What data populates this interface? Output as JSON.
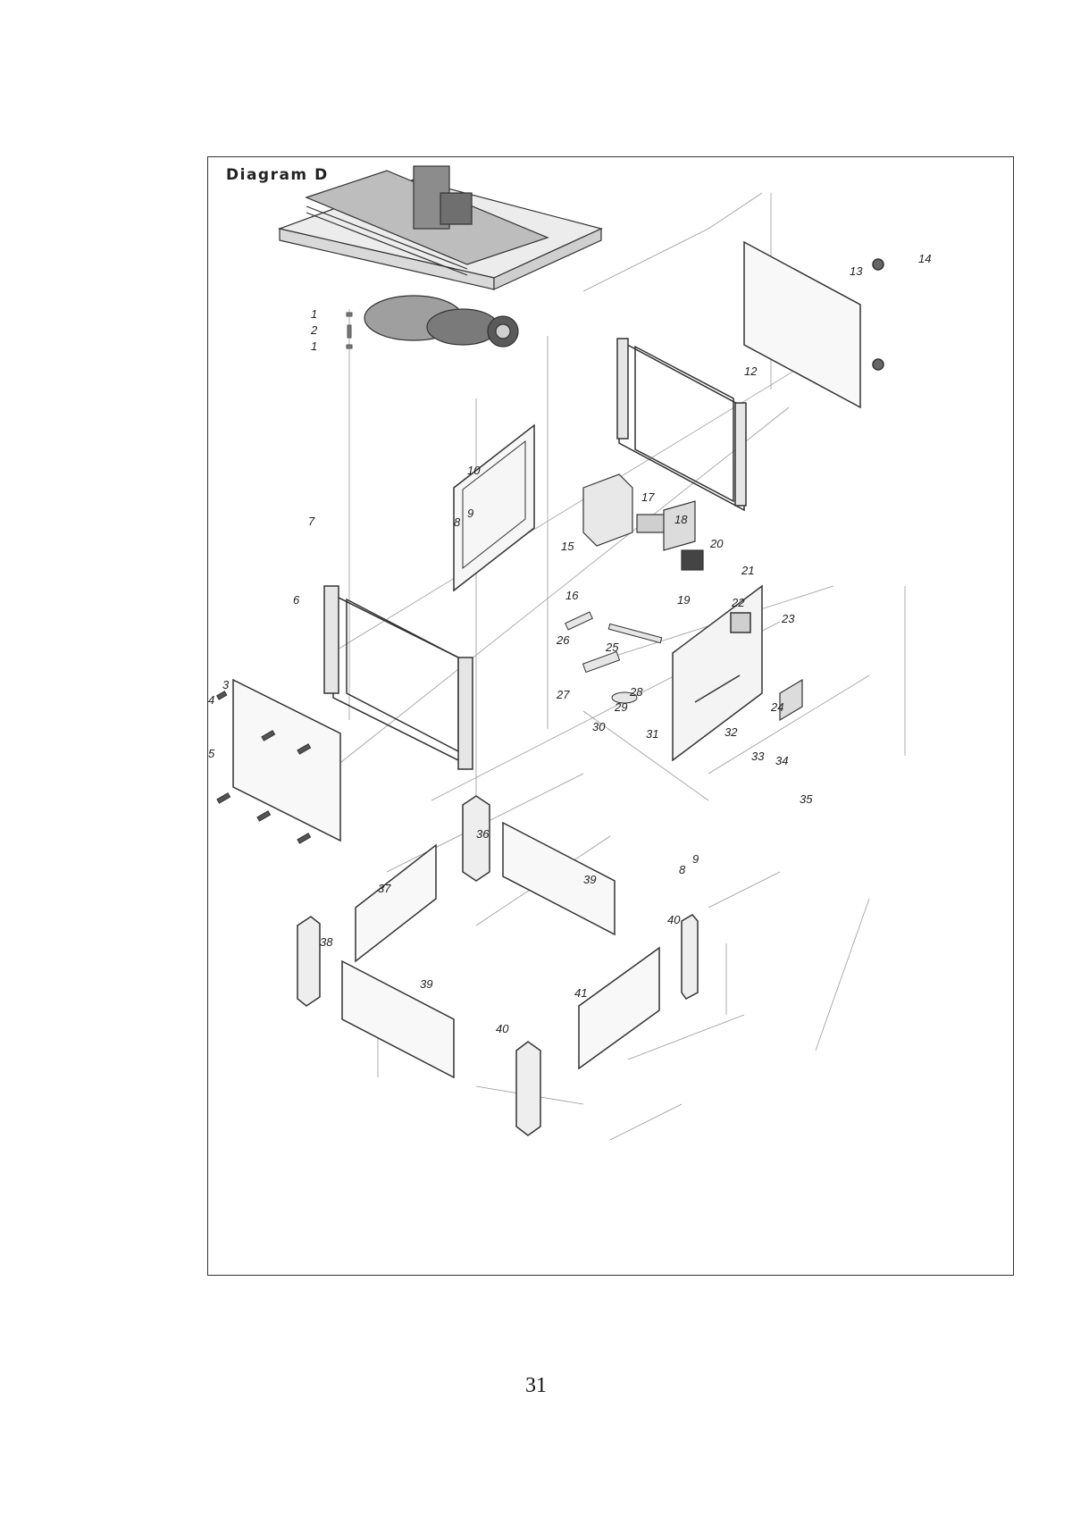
{
  "diagram": {
    "title": "Diagram D",
    "part_numbers": [
      "1",
      "2",
      "1",
      "3",
      "4",
      "5",
      "6",
      "7",
      "8",
      "9",
      "10",
      "12",
      "13",
      "14",
      "15",
      "16",
      "17",
      "18",
      "19",
      "20",
      "21",
      "22",
      "23",
      "24",
      "25",
      "26",
      "27",
      "28",
      "29",
      "30",
      "31",
      "32",
      "33",
      "34",
      "35",
      "36",
      "37",
      "38",
      "39",
      "39",
      "40",
      "40",
      "41",
      "8",
      "9"
    ]
  },
  "page": {
    "number": "31"
  },
  "colors": {
    "line": "#333333",
    "fill": "#e6e6e6",
    "dark": "#555555"
  }
}
